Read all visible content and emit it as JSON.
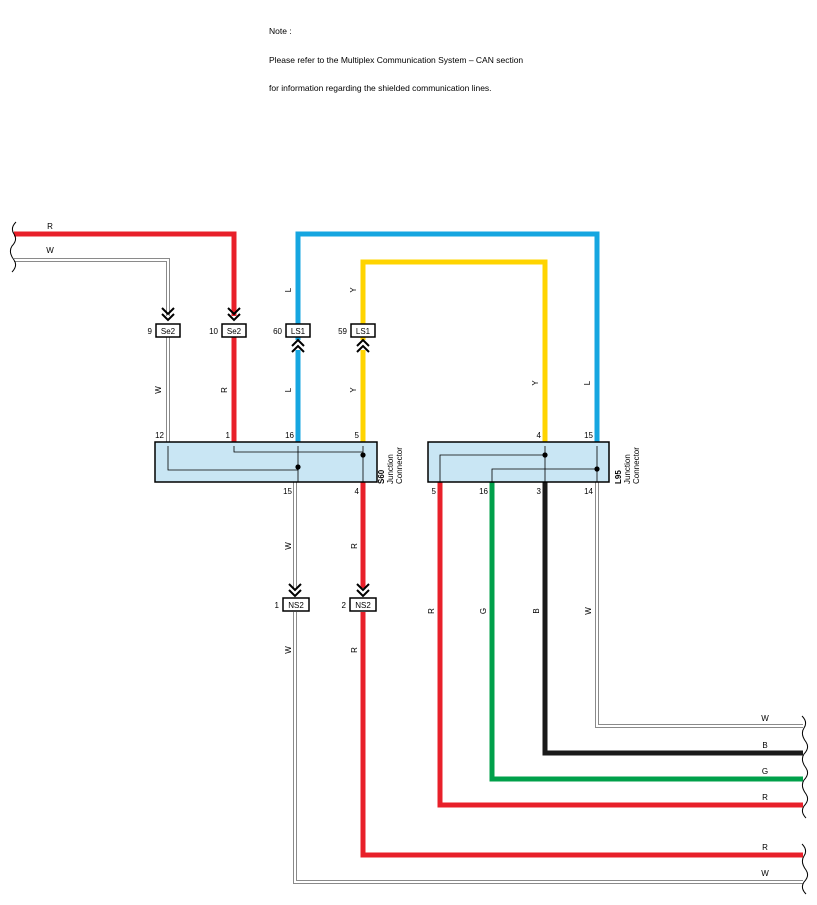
{
  "note": {
    "title": "Note :",
    "line1": "Please refer to the Multiplex Communication System – CAN section",
    "line2": "for information regarding the shielded communication lines."
  },
  "colors": {
    "R": "#e8202a",
    "L": "#16a6e0",
    "Y": "#ffd400",
    "G": "#00a04a",
    "B": "#1a1a1a",
    "W": "#8a8a8a",
    "connector_fill": "#c9e6f4"
  },
  "wire_colors": {
    "R": "R",
    "W": "W",
    "L": "L",
    "Y": "Y",
    "G": "G",
    "B": "B"
  },
  "inline_connectors": [
    {
      "pin": "9",
      "name": "Se2"
    },
    {
      "pin": "10",
      "name": "Se2"
    },
    {
      "pin": "60",
      "name": "LS1"
    },
    {
      "pin": "59",
      "name": "LS1"
    },
    {
      "pin": "1",
      "name": "NS2"
    },
    {
      "pin": "2",
      "name": "NS2"
    }
  ],
  "junction_connectors": [
    {
      "id": "S60",
      "desc_line1": "Junction",
      "desc_line2": "Connector",
      "top_pins": [
        "12",
        "1",
        "16",
        "5"
      ],
      "bottom_pins": [
        "15",
        "4"
      ]
    },
    {
      "id": "L95",
      "desc_line1": "Junction",
      "desc_line2": "Connector",
      "top_pins": [
        "4",
        "15"
      ],
      "bottom_pins": [
        "5",
        "16",
        "3",
        "14"
      ]
    }
  ]
}
